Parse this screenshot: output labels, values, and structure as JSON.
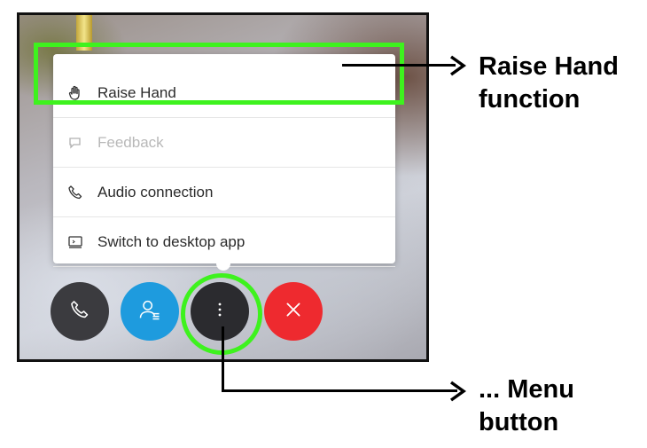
{
  "menu": {
    "items": [
      {
        "label": "Raise Hand",
        "icon": "raise-hand-icon",
        "enabled": true
      },
      {
        "label": "Feedback",
        "icon": "feedback-icon",
        "enabled": false
      },
      {
        "label": "Audio connection",
        "icon": "phone-icon",
        "enabled": true
      },
      {
        "label": "Switch to desktop app",
        "icon": "desktop-icon",
        "enabled": true
      }
    ]
  },
  "controls": {
    "audio": {
      "icon": "phone-icon",
      "color": "#3b3b3f"
    },
    "participants": {
      "icon": "participants-icon",
      "color": "#1e9bde"
    },
    "more": {
      "icon": "more-vertical-icon",
      "color": "#2b2b2f"
    },
    "end": {
      "icon": "close-icon",
      "color": "#ee2a2f"
    }
  },
  "annotations": {
    "raise_hand_line1": "Raise Hand",
    "raise_hand_line2": "function",
    "menu_line1": "... Menu",
    "menu_line2": "button",
    "highlight_color": "#3ef21e"
  }
}
